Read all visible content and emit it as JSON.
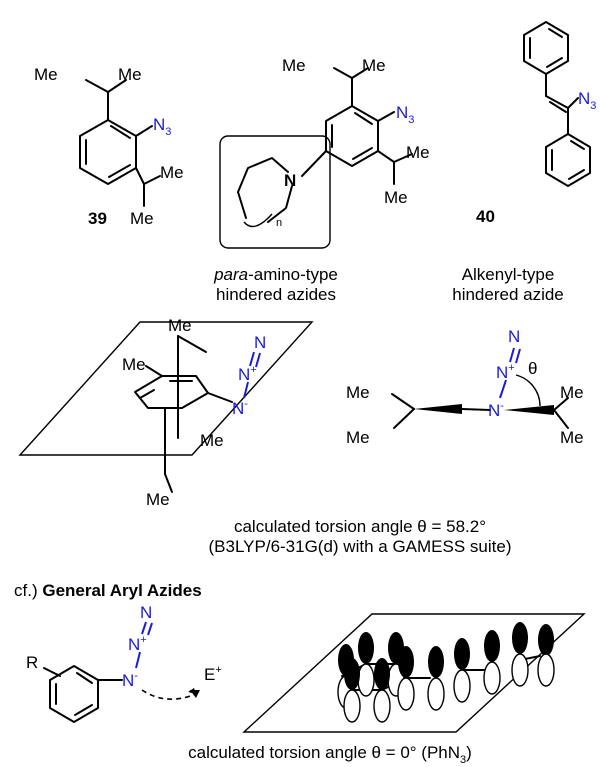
{
  "compounds": {
    "c39": {
      "me_top_left": "Me",
      "me_top_right": "Me",
      "azide": "N",
      "azide_sub": "3",
      "me_right": "Me",
      "me_bottom": "Me",
      "number": "39"
    },
    "para": {
      "me_top_left": "Me",
      "me_top_right": "Me",
      "azide": "N",
      "azide_sub": "3",
      "amine_n": "N",
      "ring_index": "n",
      "me_right_top": "Me",
      "me_right_bottom": "Me",
      "caption_italic": "para",
      "caption_rest": "-amino-type",
      "caption_line2": "hindered azides"
    },
    "c40": {
      "azide": "N",
      "azide_sub": "3",
      "number": "40",
      "caption_line1": "Alkenyl-type",
      "caption_line2": "hindered azide"
    }
  },
  "model": {
    "me_top": "Me",
    "me_left": "Me",
    "me_mid": "Me",
    "me_bottom": "Me",
    "n_terminal": "N",
    "n_middle": "N",
    "n_plus": "+",
    "n_alpha": "N",
    "n_minus": "-"
  },
  "newman": {
    "me_tl": "Me",
    "me_bl": "Me",
    "me_tr": "Me",
    "me_br": "Me",
    "n_terminal": "N",
    "n_middle": "N",
    "n_plus": "+",
    "n_alpha": "N",
    "n_minus": "-",
    "theta": "θ"
  },
  "torsion_caption_1": "calculated torsion angle θ = 58.2°",
  "torsion_caption_2": "(B3LYP/6-31G(d) with a GAMESS suite)",
  "cf": {
    "prefix": "cf.) ",
    "title": "General Aryl Azides"
  },
  "aryl": {
    "r": "R",
    "n_terminal": "N",
    "n_middle": "N",
    "n_plus": "+",
    "n_alpha": "N",
    "n_minus": "-",
    "electrophile": "E",
    "e_charge": "+"
  },
  "torsion_caption_3_pre": "calculated torsion angle θ = 0° (PhN",
  "torsion_caption_3_sub": "3",
  "torsion_caption_3_post": ")",
  "colors": {
    "nitrogen": "#1c1cd6",
    "ink": "#000000"
  }
}
